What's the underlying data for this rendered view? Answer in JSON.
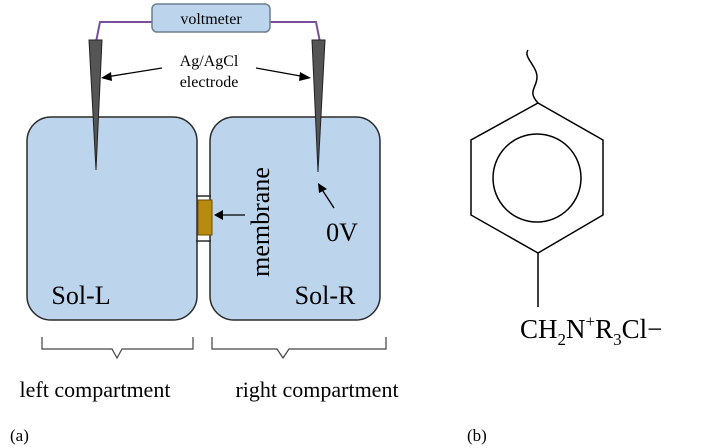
{
  "panel_a": {
    "voltmeter_label": "voltmeter",
    "electrode_label_line1": "Ag/AgCl",
    "electrode_label_line2": "electrode",
    "membrane_label": "membrane",
    "zero_potential_label": "0V",
    "left_solution_label": "Sol-L",
    "right_solution_label": "Sol-R",
    "left_compartment_label": "left compartment",
    "right_compartment_label": "right compartment",
    "panel_letter": "(a)",
    "colors": {
      "solution_fill": "#bcd4ec",
      "membrane_fill": "#b88a0d",
      "voltmeter_fill": "#bcd4ec",
      "wire": "#7a4f9a",
      "electrode": "#555555"
    }
  },
  "panel_b": {
    "formula_base": "CH",
    "formula_sub1": "2",
    "formula_n": "N",
    "formula_sup": "+",
    "formula_r": "R",
    "formula_sub2": "3",
    "formula_cl": "Cl",
    "formula_minus": "−",
    "panel_letter": "(b)"
  }
}
